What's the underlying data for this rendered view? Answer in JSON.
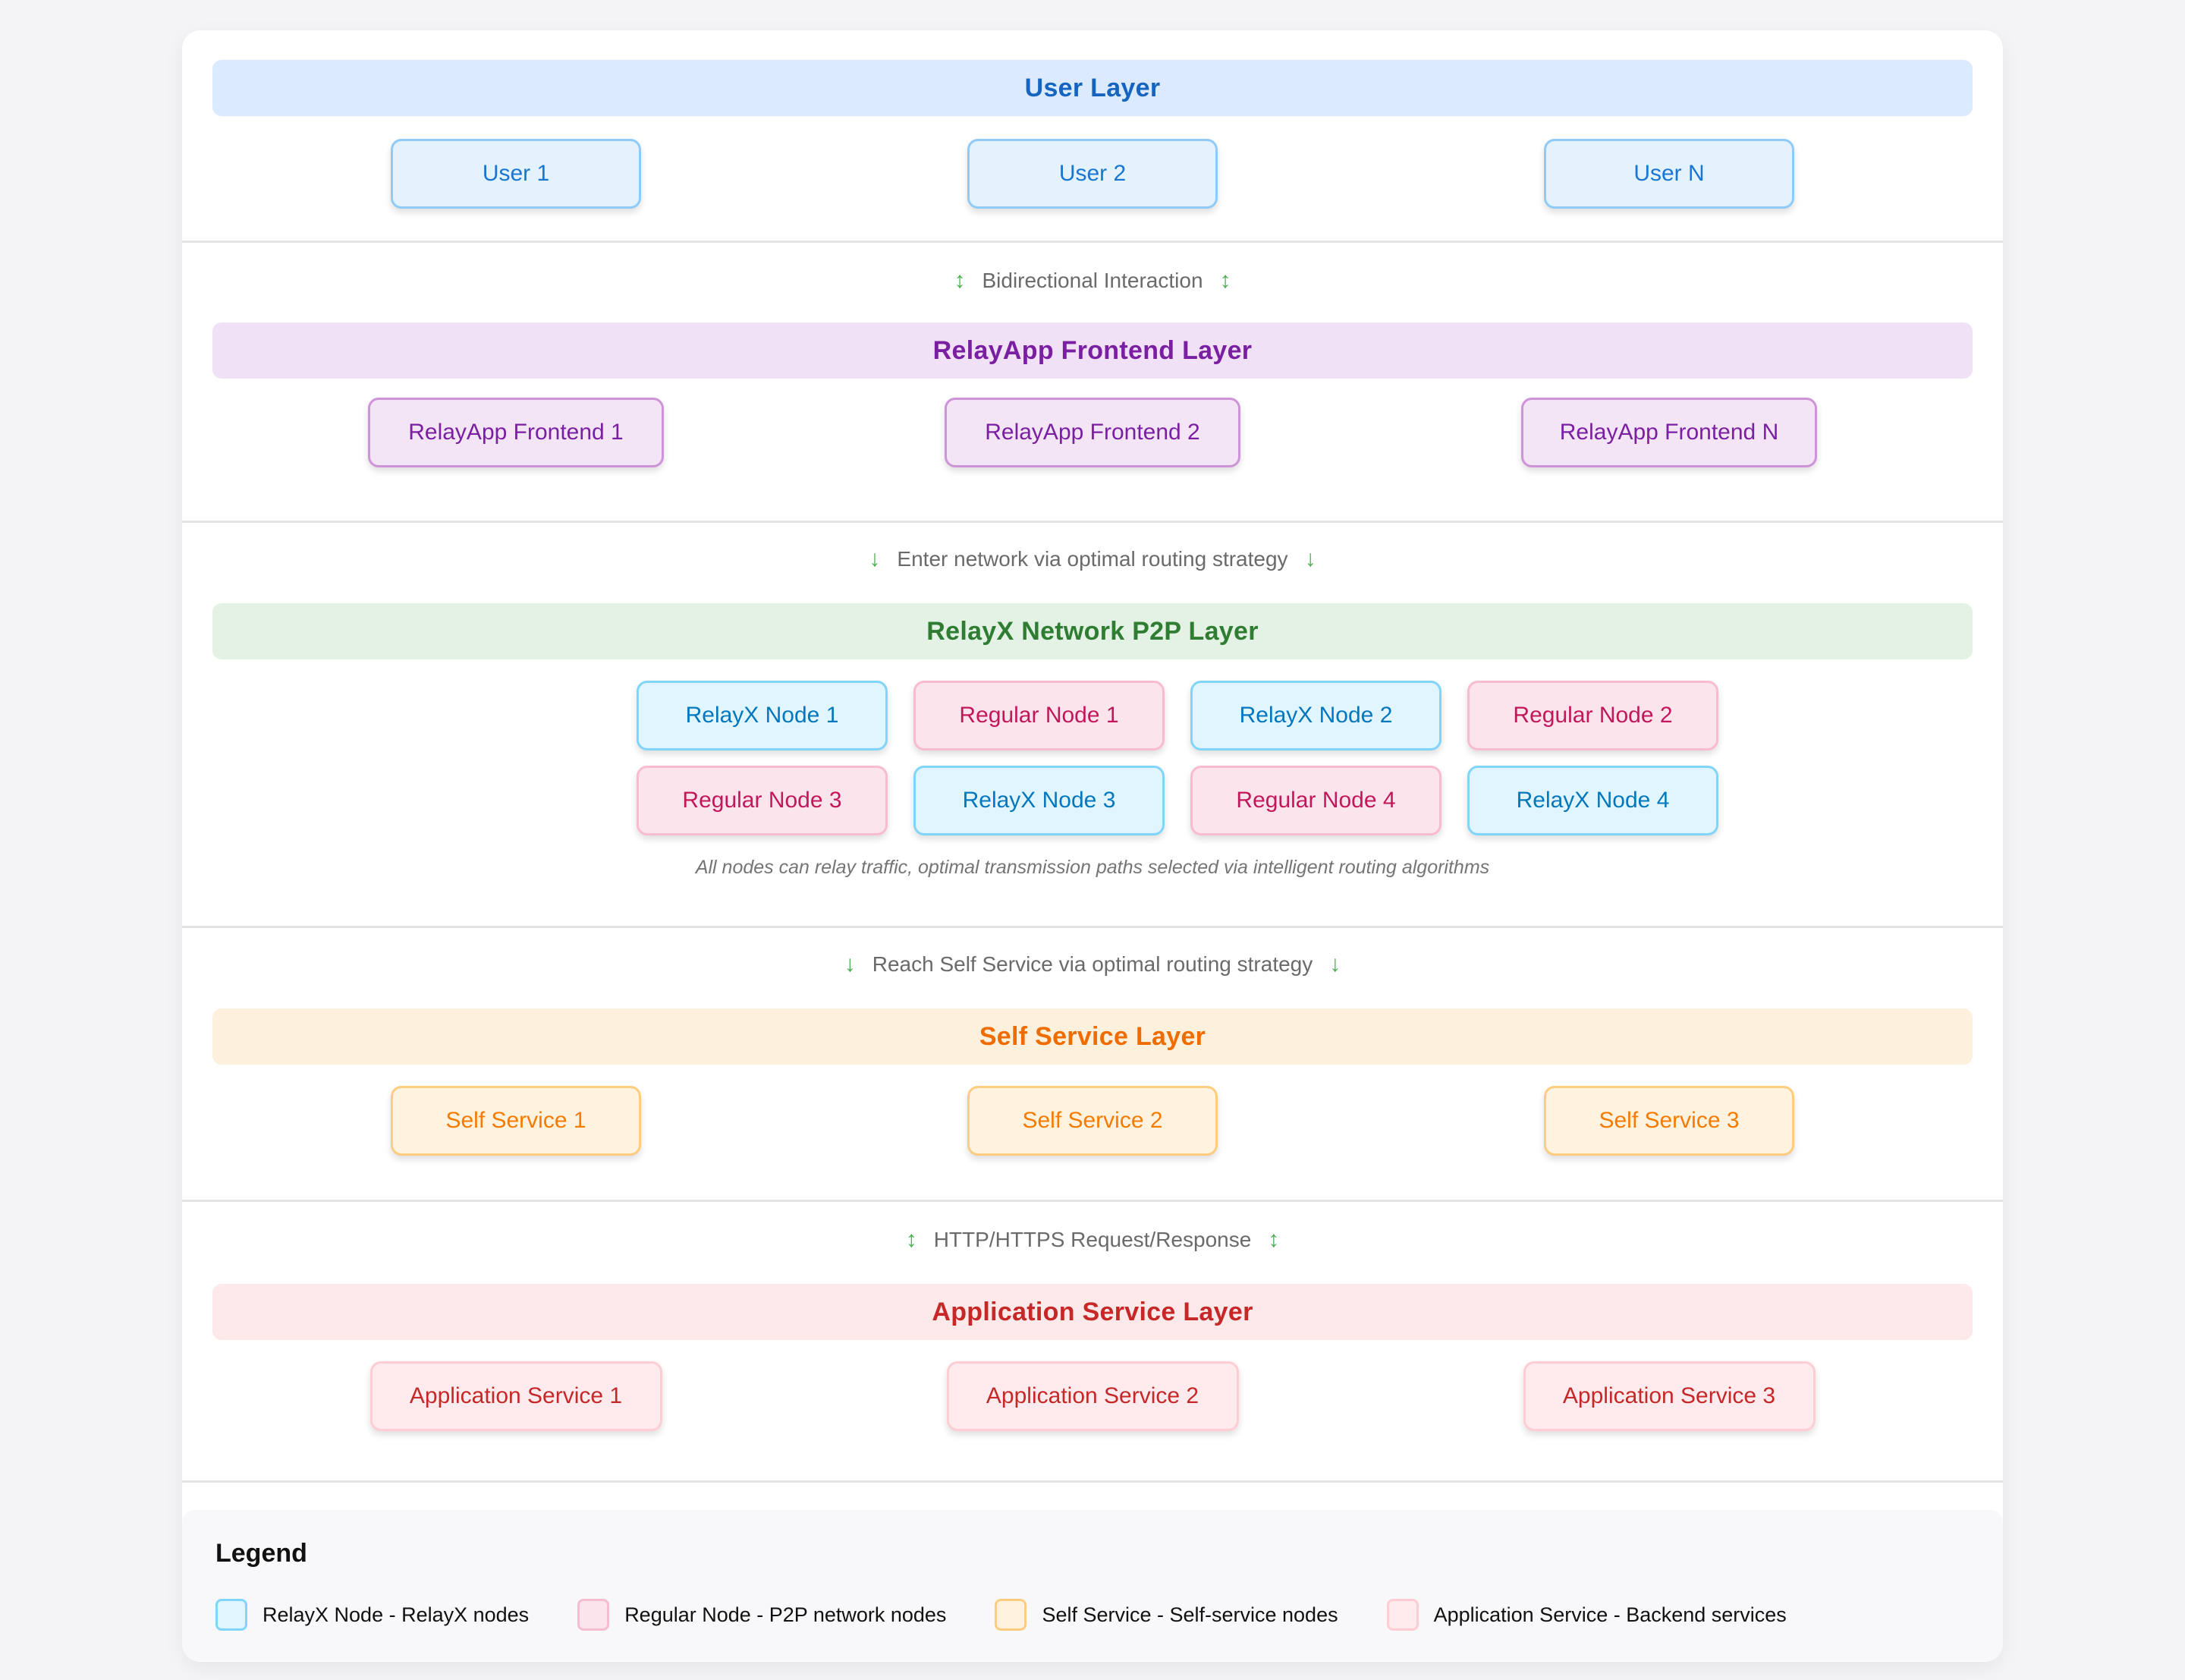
{
  "colors": {
    "page_background": "#f4f4f6",
    "card_background": "#ffffff",
    "divider": "#e3e3e5",
    "connector_text": "#6a6a6a",
    "connector_arrow": "#4caf50",
    "note_text": "#757575",
    "user": {
      "band": "#dbeafe",
      "title": "#1565c0",
      "node_bg": "#e3f2fd",
      "node_border": "#90caf9",
      "node_text": "#1976d2"
    },
    "frontend": {
      "band": "#f0e1f6",
      "title": "#7b1fa2",
      "node_bg": "#f3e5f5",
      "node_border": "#ce93d8",
      "node_text": "#7b1fa2"
    },
    "p2p": {
      "band": "#e4f1e5",
      "title": "#2e7d32"
    },
    "relayx_node": {
      "bg": "#e1f5fe",
      "border": "#81d4fa",
      "text": "#0277bd"
    },
    "regular_node": {
      "bg": "#fce4ec",
      "border": "#f8bbd0",
      "text": "#c2185b"
    },
    "self_service": {
      "band": "#fdf0dc",
      "title": "#ef6c00",
      "node_bg": "#fff3e0",
      "node_border": "#ffcc80",
      "node_text": "#f57c00"
    },
    "app_service": {
      "band": "#fde8ea",
      "title": "#c62828",
      "node_bg": "#ffebee",
      "node_border": "#ffcdd2",
      "node_text": "#c62828"
    }
  },
  "layers": {
    "user": {
      "title": "User Layer",
      "nodes": [
        {
          "label": "User 1"
        },
        {
          "label": "User 2"
        },
        {
          "label": "User N"
        }
      ]
    },
    "frontend": {
      "connector": {
        "glyph": "↕",
        "text": "Bidirectional Interaction"
      },
      "title": "RelayApp Frontend Layer",
      "nodes": [
        {
          "label": "RelayApp Frontend 1"
        },
        {
          "label": "RelayApp Frontend 2"
        },
        {
          "label": "RelayApp Frontend N"
        }
      ]
    },
    "p2p": {
      "connector": {
        "glyph": "↓",
        "text": "Enter network via optimal routing strategy"
      },
      "title": "RelayX Network P2P Layer",
      "rows": [
        [
          {
            "label": "RelayX Node 1",
            "type": "relayx"
          },
          {
            "label": "Regular Node 1",
            "type": "regular"
          },
          {
            "label": "RelayX Node 2",
            "type": "relayx"
          },
          {
            "label": "Regular Node 2",
            "type": "regular"
          }
        ],
        [
          {
            "label": "Regular Node 3",
            "type": "regular"
          },
          {
            "label": "RelayX Node 3",
            "type": "relayx"
          },
          {
            "label": "Regular Node 4",
            "type": "regular"
          },
          {
            "label": "RelayX Node 4",
            "type": "relayx"
          }
        ]
      ],
      "note": "All nodes can relay traffic, optimal transmission paths selected via intelligent routing algorithms"
    },
    "self_service": {
      "connector": {
        "glyph": "↓",
        "text": "Reach Self Service via optimal routing strategy"
      },
      "title": "Self Service Layer",
      "nodes": [
        {
          "label": "Self Service 1"
        },
        {
          "label": "Self Service 2"
        },
        {
          "label": "Self Service 3"
        }
      ]
    },
    "app_service": {
      "connector": {
        "glyph": "↕",
        "text": "HTTP/HTTPS Request/Response"
      },
      "title": "Application Service Layer",
      "nodes": [
        {
          "label": "Application Service 1"
        },
        {
          "label": "Application Service 2"
        },
        {
          "label": "Application Service 3"
        }
      ]
    }
  },
  "legend": {
    "title": "Legend",
    "items": [
      {
        "label": "RelayX Node - RelayX nodes",
        "swatch": "relayx"
      },
      {
        "label": "Regular Node - P2P network nodes",
        "swatch": "regular"
      },
      {
        "label": "Self Service - Self-service nodes",
        "swatch": "self"
      },
      {
        "label": "Application Service - Backend services",
        "swatch": "app"
      }
    ]
  }
}
